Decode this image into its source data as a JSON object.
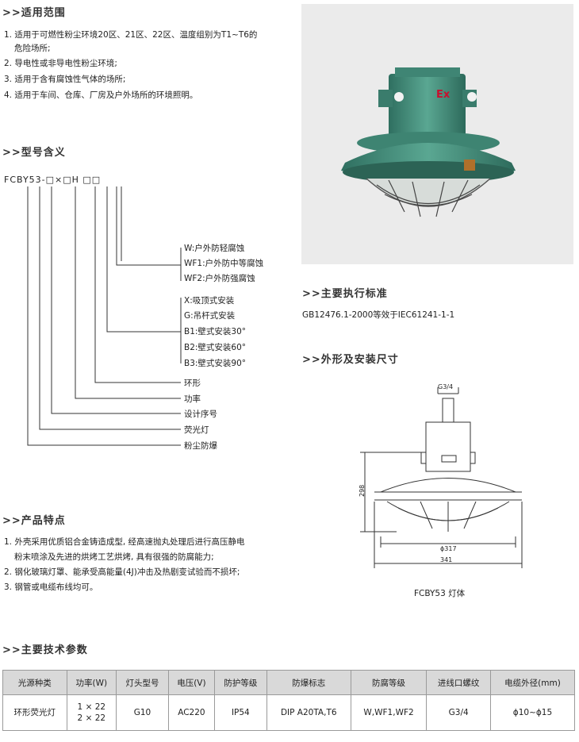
{
  "scope": {
    "heading": ">>适用范围",
    "items": [
      "1. 适用于可燃性粉尘环境20区、21区、22区、温度组别为T1~T6的",
      "危险场所;",
      "2. 导电性或非导电性粉尘环境;",
      "3. 适用于含有腐蚀性气体的场所;",
      "4. 适用于车间、仓库、厂房及户外场所的环境照明。"
    ]
  },
  "model": {
    "heading": ">>型号含义",
    "code": "FCBY53-□×□H □□",
    "labels": {
      "w": "W:户外防轻腐蚀",
      "wf1": "WF1:户外防中等腐蚀",
      "wf2": "WF2:户外防强腐蚀",
      "x": "X:吸顶式安装",
      "g": "G:吊杆式安装",
      "b1": "B1:壁式安装30°",
      "b2": "B2:壁式安装60°",
      "b3": "B3:壁式安装90°",
      "ring": "环形",
      "power": "功率",
      "design": "设计序号",
      "fluor": "荧光灯",
      "dust": "粉尘防爆"
    }
  },
  "features": {
    "heading": ">>产品特点",
    "items": [
      "1. 外壳采用优质铝合金铸造成型, 经高速抛丸处理后进行高压静电",
      "粉末喷涂及先进的烘烤工艺烘烤, 具有很强的防腐能力;",
      "2. 钢化玻璃灯罩、能承受高能量(4J)冲击及热剧变试验而不损坏;",
      "3. 钢管或电缆布线均可。"
    ]
  },
  "photo": {
    "ex_mark": "Ex"
  },
  "standards": {
    "heading": ">>主要执行标准",
    "text": "GB12476.1-2000等效于IEC61241-1-1"
  },
  "dimensions": {
    "heading": ">>外形及安装尺寸",
    "thread": "G3/4",
    "height": "298",
    "inner_dia": "ϕ317",
    "outer": "341",
    "caption": "FCBY53 灯体"
  },
  "specs": {
    "heading": ">>主要技术参数",
    "headers": [
      "光源种类",
      "功率(W)",
      "灯头型号",
      "电压(V)",
      "防护等级",
      "防爆标志",
      "防腐等级",
      "进线口螺纹",
      "电缆外径(mm)"
    ],
    "row": {
      "source": "环形荧光灯",
      "power_1": "1 × 22",
      "power_2": "2 × 22",
      "base": "G10",
      "voltage": "AC220",
      "ip": "IP54",
      "ex": "DIP A20TA,T6",
      "corrosion": "W,WF1,WF2",
      "thread": "G3/4",
      "cable": "ϕ10~ϕ15"
    }
  },
  "colors": {
    "body_green": "#4f9b86",
    "table_header": "#d9d9d9",
    "photo_bg": "#ebebeb"
  }
}
